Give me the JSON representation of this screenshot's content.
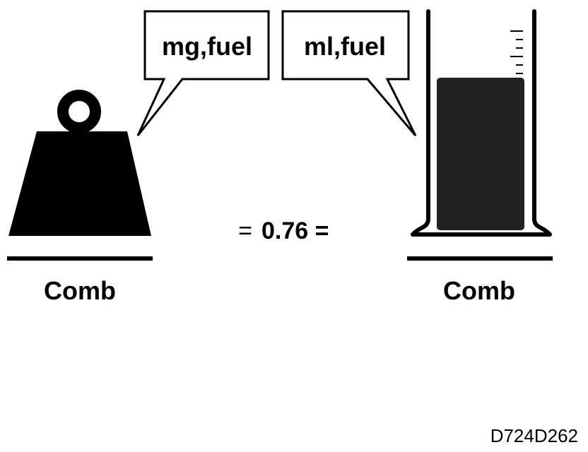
{
  "left": {
    "bubble_label": "mg,fuel",
    "underline_label": "Comb",
    "icon": "weight-icon"
  },
  "right": {
    "bubble_label": "ml,fuel",
    "underline_label": "Comb",
    "icon": "graduated-cylinder-icon"
  },
  "equation": {
    "left_operator": "=",
    "value": "0.76 ="
  },
  "figure_id": "D724D262",
  "colors": {
    "ink": "#000000",
    "fuel": "#222222",
    "background": "#ffffff"
  }
}
